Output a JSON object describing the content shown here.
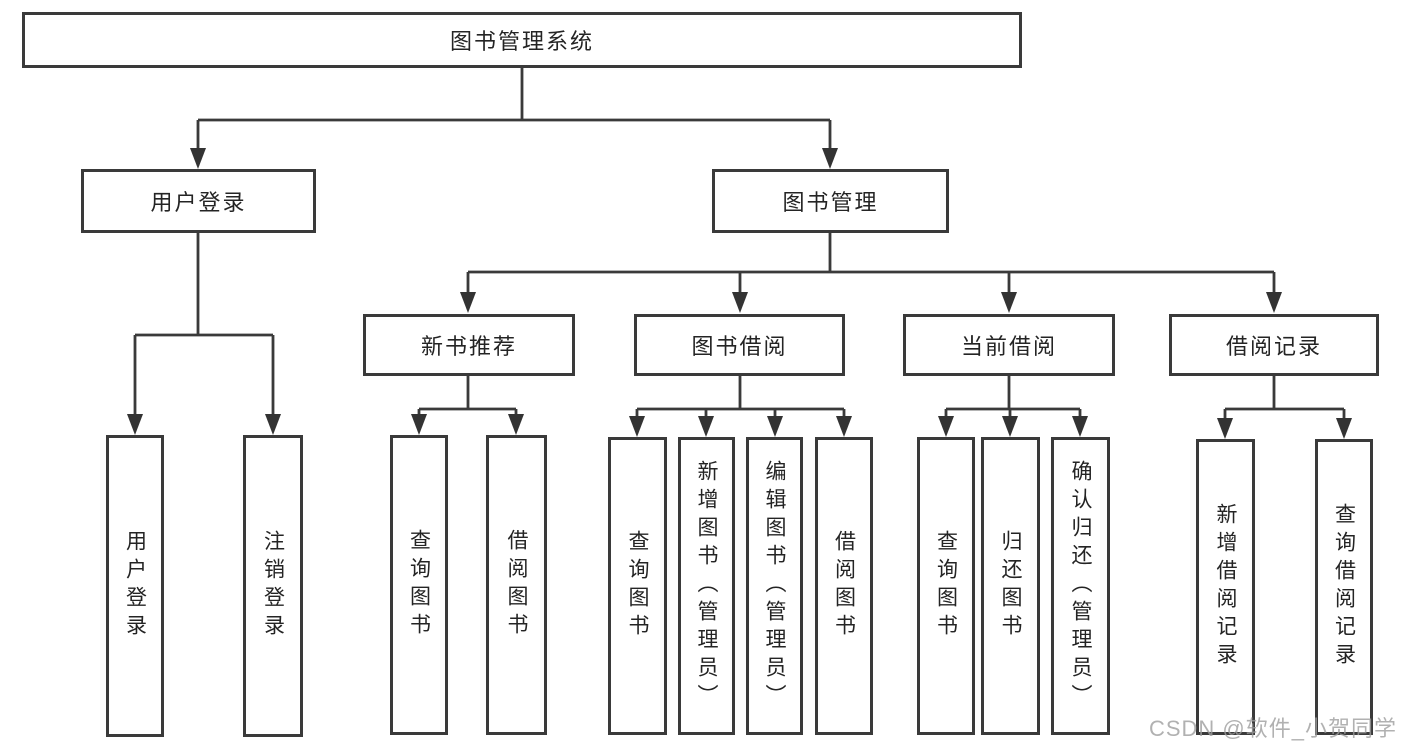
{
  "diagram": {
    "root": {
      "label": "图书管理系统"
    },
    "branches": [
      {
        "label": "用户登录",
        "children": [
          {
            "label": "用户登录"
          },
          {
            "label": "注销登录"
          }
        ]
      },
      {
        "label": "图书管理",
        "children": [
          {
            "label": "新书推荐",
            "children": [
              {
                "label": "查询图书"
              },
              {
                "label": "借阅图书"
              }
            ]
          },
          {
            "label": "图书借阅",
            "children": [
              {
                "label": "查询图书"
              },
              {
                "label": "新增图书（管理员）"
              },
              {
                "label": "编辑图书（管理员）"
              },
              {
                "label": "借阅图书"
              }
            ]
          },
          {
            "label": "当前借阅",
            "children": [
              {
                "label": "查询图书"
              },
              {
                "label": "归还图书"
              },
              {
                "label": "确认归还（管理员）"
              }
            ]
          },
          {
            "label": "借阅记录",
            "children": [
              {
                "label": "新增借阅记录"
              },
              {
                "label": "查询借阅记录"
              }
            ]
          }
        ]
      }
    ]
  },
  "colors": {
    "line": "#3a3a3a",
    "border": "#3a3a3a",
    "text": "#242424",
    "watermark": "#9e9e9e"
  },
  "watermark": {
    "text": "CSDN @软件_小贺同学"
  }
}
